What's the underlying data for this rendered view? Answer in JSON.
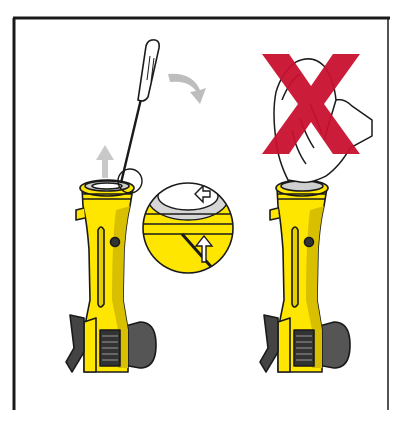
{
  "figure": {
    "kind": "instruction-illustration",
    "panels": [
      {
        "id": "correct-method",
        "tool": "screwdriver-icon",
        "arrows": [
          "curved-rotation-arrow",
          "up-arrow",
          "lever-arrow"
        ],
        "detail": "magnified-rim-callout"
      },
      {
        "id": "wrong-method",
        "hand": "pinching-hand-icon",
        "mark": "prohibited-x-mark"
      }
    ],
    "colors": {
      "flashlight_body": "#FFE600",
      "flashlight_shadow": "#D8C000",
      "prohibited_mark": "#C8102E",
      "rubber_grip": "#555555",
      "outline": "#1a1a1a",
      "arrow_gray": "#BDBDBD"
    }
  }
}
